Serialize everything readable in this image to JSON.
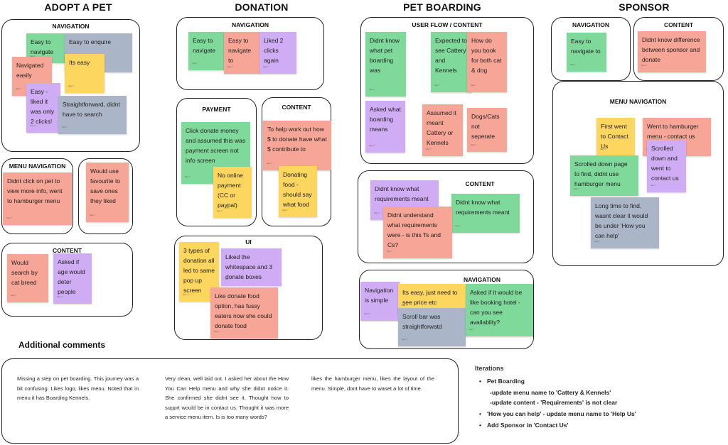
{
  "columns": {
    "adopt": "ADOPT A PET",
    "donation": "DONATION",
    "boarding": "PET BOARDING",
    "sponsor": "SPONSOR"
  },
  "groups": {
    "adopt_nav": "NAVIGATION",
    "adopt_menu_nav": "MENU NAVIGATION",
    "adopt_content": "CONTENT",
    "donation_nav": "NAVIGATION",
    "donation_payment": "PAYMENT",
    "donation_content": "CONTENT",
    "donation_ui": "UI",
    "boarding_flow": "USER FLOW / CONTENT",
    "boarding_content": "CONTENT",
    "boarding_nav": "NAVIGATION",
    "sponsor_nav": "NAVIGATION",
    "sponsor_content": "CONTENT",
    "sponsor_menu_nav": "MENU NAVIGATION"
  },
  "notes": {
    "a1": "Easy to navigate",
    "a2": "Easy to enquire",
    "a3": "Navigated easily",
    "a4": "Its easy",
    "a5": "Easy - liked it was only 2 clicks!",
    "a6": "Straightforward, didnt have to search",
    "a7": "Didnt click on pet to view more info, went to hamburger menu",
    "a8": "Would use favourite to save ones they liked",
    "a9": "Would search by cat breed",
    "a10": "Asked if age would deter people",
    "d1": "Easy to navigate",
    "d2": "Easy to navigate to",
    "d3": "Liked 2 clicks again",
    "d4": "Click donate money and assumed this was payment screen not info screen",
    "d5": "No online payment (CC or paypal)",
    "d6": "To help work out how $ to donate have what $ contribute to",
    "d7": "Donating food - should say what food",
    "d8": "3 types of donation all led to same pop up screen",
    "d9": "Liked the whitespace and 3 donate boxes",
    "d10": "Like donate food option, has fussy eaters now she could donate food",
    "b1": "Didnt know what pet boarding was",
    "b2": "Expected to see Cattery and Kennels",
    "b3": "How do you book for both cat & dog",
    "b4": "Asked what boarding means",
    "b5": "Assumed it meant Cattery or Kennels",
    "b6": "Dogs/Cats not seperate",
    "b7": "Didnt know what requirements meant",
    "b8": "Didnt understand what requirements were - is this Ts and Cs?",
    "b9": "Didnt know what requirements meant",
    "b10": "Navigation is simple",
    "b11": "Its easy, just need to see price etc",
    "b12": "Asked if it would be like booking hotel - can you see availablity?",
    "b13": "Scroll bar was straightforwatd",
    "s1": "Easy to navigate to",
    "s2": "Didnt know difference between sponsor and donate",
    "s3": "First went to Contact Us",
    "s4": "Went to hamburger menu - contact us",
    "s5": "Scrolled down and went to contact us",
    "s6": "Scrolled down page to find, didnt use hamburger menu",
    "s7": "Long time to find, wasnt clear it would be under 'How you can help'"
  },
  "additional_comments": {
    "heading": "Additional comments",
    "c1": "Missing a step on pet boarding. This journey was a bit confusing. Likes logo, likes menu. Noted that in menu it has Boarding Kennels.",
    "c2": "Very clean, well laid out. I asked her about the How You Can Help menu and why she didnt notice it. She confirmed she didnt see it. Thought how to supprt would be in contact us. Thought it was more a service menu item. Is is too many words?",
    "c3": "likes the hamburger menu, likes the layout of the menu. Simple, dont have to waset a lot of time."
  },
  "iterations": {
    "title": "Iterations",
    "i1": "Pet Boarding",
    "i1a": "-update menu name to 'Cattery & Kennels'",
    "i1b": "-update content - 'Requirements' is not clear",
    "i2": "'How you can help' - update menu name to 'Help Us'",
    "i3": "Add Sponsor in 'Contact Us'"
  },
  "colors": {
    "green": "#7fd99a",
    "red": "#f7a596",
    "yellow": "#fdd660",
    "purple": "#cfacf4",
    "slate": "#aab6c8"
  }
}
